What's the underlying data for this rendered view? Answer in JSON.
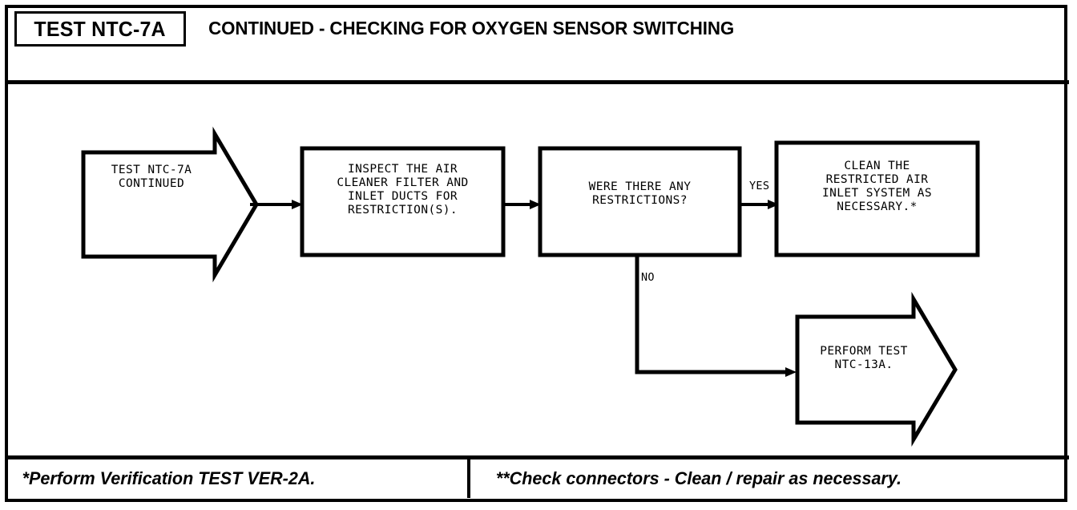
{
  "header": {
    "code": "TEST NTC-7A",
    "title": "CONTINUED - CHECKING FOR OXYGEN SENSOR SWITCHING"
  },
  "flow": {
    "nodes": [
      {
        "id": "start",
        "shape": "arrow-pentagon",
        "text": "TEST NTC-7A\nCONTINUED"
      },
      {
        "id": "inspect",
        "shape": "rectangle",
        "text": "INSPECT THE AIR\nCLEANER FILTER AND\nINLET DUCTS FOR\nRESTRICTION(S)."
      },
      {
        "id": "decision",
        "shape": "rectangle",
        "text": "WERE THERE ANY\nRESTRICTIONS?"
      },
      {
        "id": "clean",
        "shape": "rectangle",
        "text": "CLEAN THE\nRESTRICTED AIR\nINLET SYSTEM AS\nNECESSARY.*"
      },
      {
        "id": "perform",
        "shape": "arrow-pentagon",
        "text": "PERFORM TEST\nNTC-13A."
      }
    ],
    "edges": [
      {
        "id": "yes-branch",
        "label": "YES"
      },
      {
        "id": "no-branch",
        "label": "NO"
      }
    ]
  },
  "footer": {
    "left": "*Perform Verification TEST VER-2A.",
    "right": "**Check connectors - Clean / repair as necessary."
  },
  "colors": {
    "ink": "#000000",
    "paper": "#ffffff"
  }
}
